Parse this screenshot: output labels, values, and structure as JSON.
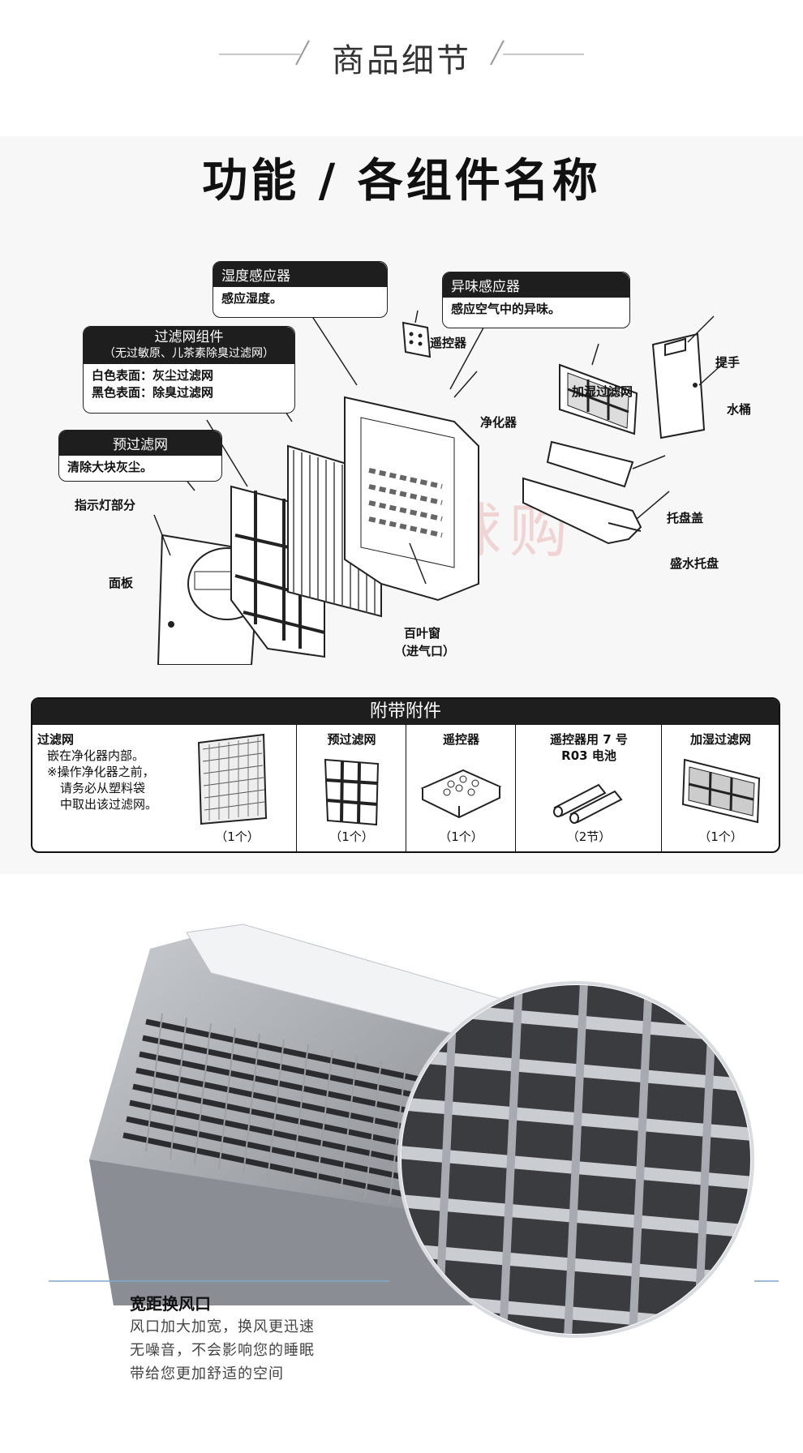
{
  "header": {
    "title": "商品细节"
  },
  "diagram": {
    "title": "功能 / 各组件名称",
    "callouts": {
      "humidity": {
        "title": "湿度感应器",
        "desc": "感应湿度。"
      },
      "odor": {
        "title": "异味感应器",
        "desc": "感应空气中的异味。"
      },
      "filter_assembly": {
        "title": "过滤网组件",
        "subtitle": "（无过敏原、儿茶素除臭过滤网）",
        "line1": "白色表面：灰尘过滤网",
        "line2": "黑色表面：除臭过滤网"
      },
      "prefilter": {
        "title": "预过滤网",
        "desc": "清除大块灰尘。"
      }
    },
    "labels": {
      "remote": "遥控器",
      "purifier": "净化器",
      "humid_filter": "加湿过滤网",
      "handle": "提手",
      "tank": "水桶",
      "tray_cover": "托盘盖",
      "tray": "盛水托盘",
      "indicator": "指示灯部分",
      "panel": "面板",
      "louver": "百叶窗",
      "intake": "（进气口）"
    },
    "watermark": "海航全球购"
  },
  "accessories": {
    "title": "附带附件",
    "items": [
      {
        "name": "过滤网",
        "note1": "嵌在净化器内部。",
        "note2": "※操作净化器之前，",
        "note3": "请务必从塑料袋",
        "note4": "中取出该过滤网。",
        "qty": "（1个）"
      },
      {
        "name": "预过滤网",
        "qty": "（1个）"
      },
      {
        "name": "遥控器",
        "qty": "（1个）"
      },
      {
        "name": "遥控器用 7 号",
        "name2": "R03 电池",
        "qty": "（2节）"
      },
      {
        "name": "加湿过滤网",
        "qty": "（1个）"
      }
    ]
  },
  "feature": {
    "title": "宽距换风口",
    "line1": "风口加大加宽，换风更迅速",
    "line2": "无噪音，不会影响您的睡眠",
    "line3": "带给您更加舒适的空间"
  }
}
